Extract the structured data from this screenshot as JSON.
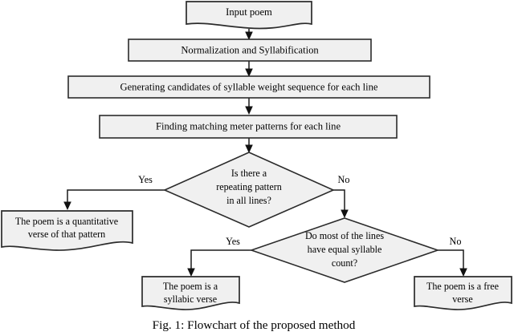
{
  "figure": {
    "caption": "Fig. 1: Flowchart of the proposed method",
    "colors": {
      "node_fill": "#f0f0f0",
      "node_stroke": "#2b2b2b",
      "connector": "#1a1a1a",
      "background": "#ffffff",
      "text": "#000000"
    }
  },
  "nodes": {
    "input_poem": {
      "label": "Input poem",
      "shape": "document"
    },
    "normalization": {
      "label": "Normalization and Syllabification",
      "shape": "process"
    },
    "generating": {
      "label": "Generating candidates of syllable weight sequence for each line",
      "shape": "process"
    },
    "finding": {
      "label": "Finding matching meter patterns for each line",
      "shape": "process"
    },
    "decision_repeating": {
      "shape": "decision",
      "line1": "Is there a",
      "line2": "repeating pattern",
      "line3": "in all lines?"
    },
    "decision_syllable": {
      "shape": "decision",
      "line1": "Do most of the lines",
      "line2": "have equal syllable",
      "line3": "count?"
    },
    "quantitative": {
      "shape": "document",
      "line1": "The poem is a quantitative",
      "line2": "verse of that pattern"
    },
    "syllabic": {
      "shape": "document",
      "line1": "The poem is a",
      "line2": "syllabic verse"
    },
    "free": {
      "shape": "document",
      "line1": "The poem is a free",
      "line2": "verse"
    }
  },
  "edge_labels": {
    "repeating_yes": "Yes",
    "repeating_no": "No",
    "syllable_yes": "Yes",
    "syllable_no": "No"
  }
}
